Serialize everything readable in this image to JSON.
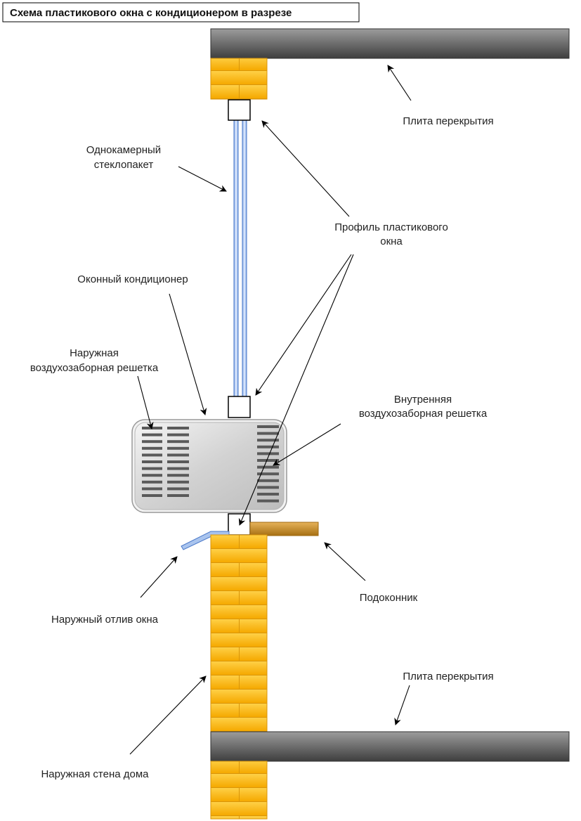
{
  "title": "Схема пластикового окна с кондиционером в разрезе",
  "labels": {
    "slab_top": "Плита перекрытия",
    "glazing_line1": "Однокамерный",
    "glazing_line2": "стеклопакет",
    "profile_line1": "Профиль пластикового",
    "profile_line2": "окна",
    "ac_unit": "Оконный кондиционер",
    "outer_grille_line1": "Наружная",
    "outer_grille_line2": "воздухозаборная решетка",
    "inner_grille_line1": "Внутренняя",
    "inner_grille_line2": "воздухозаборная решетка",
    "sill": "Подоконник",
    "drip": "Наружный отлив окна",
    "slab_bottom": "Плита перекрытия",
    "wall": "Наружная стена дома"
  },
  "colors": {
    "brick": "#f7b21a",
    "brick_light": "#fcd04a",
    "mortar": "#c98a00",
    "slab_dark": "#4a4a4a",
    "slab_light": "#9a9a9a",
    "glass": "#a9c4ee",
    "glass_edge": "#4a78c8",
    "sill": "#c98d2b",
    "ac_body": "#d9d9d9",
    "grille": "#555555"
  }
}
